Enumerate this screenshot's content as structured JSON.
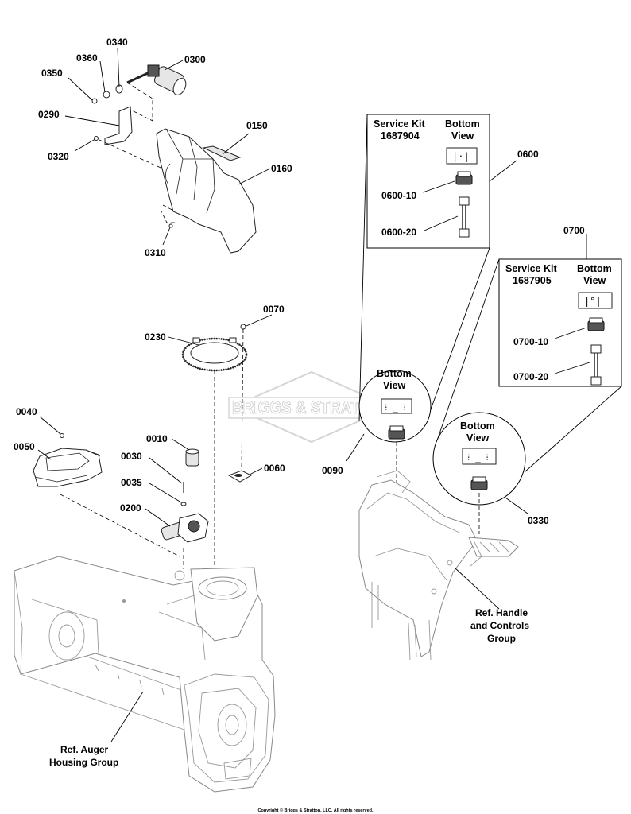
{
  "watermark": {
    "text": "BRIGGS & STRATTON"
  },
  "callouts": {
    "c0340": "0340",
    "c0360": "0360",
    "c0350": "0350",
    "c0300": "0300",
    "c0290": "0290",
    "c0320": "0320",
    "c0150": "0150",
    "c0160": "0160",
    "c0310": "0310",
    "c0070": "0070",
    "c0230": "0230",
    "c0040": "0040",
    "c0050": "0050",
    "c0010": "0010",
    "c0030": "0030",
    "c0035": "0035",
    "c0200": "0200",
    "c0060": "0060",
    "c0600": "0600",
    "c0600_10": "0600-10",
    "c0600_20": "0600-20",
    "c0700": "0700",
    "c0700_10": "0700-10",
    "c0700_20": "0700-20",
    "c0090": "0090",
    "c0330": "0330"
  },
  "kit1": {
    "line1": "Service Kit",
    "line2": "1687904",
    "view1": "Bottom",
    "view2": "View"
  },
  "kit2": {
    "line1": "Service Kit",
    "line2": "1687905",
    "view1": "Bottom",
    "view2": "View"
  },
  "detail_left": {
    "view1": "Bottom",
    "view2": "View"
  },
  "detail_right": {
    "view1": "Bottom",
    "view2": "View"
  },
  "refs": {
    "auger_l1": "Ref. Auger",
    "auger_l2": "Housing Group",
    "handle_l1": "Ref. Handle",
    "handle_l2": "and Controls",
    "handle_l3": "Group"
  },
  "footer": {
    "copyright": "Copyright © Briggs & Stratton, LLC. All rights reserved."
  }
}
